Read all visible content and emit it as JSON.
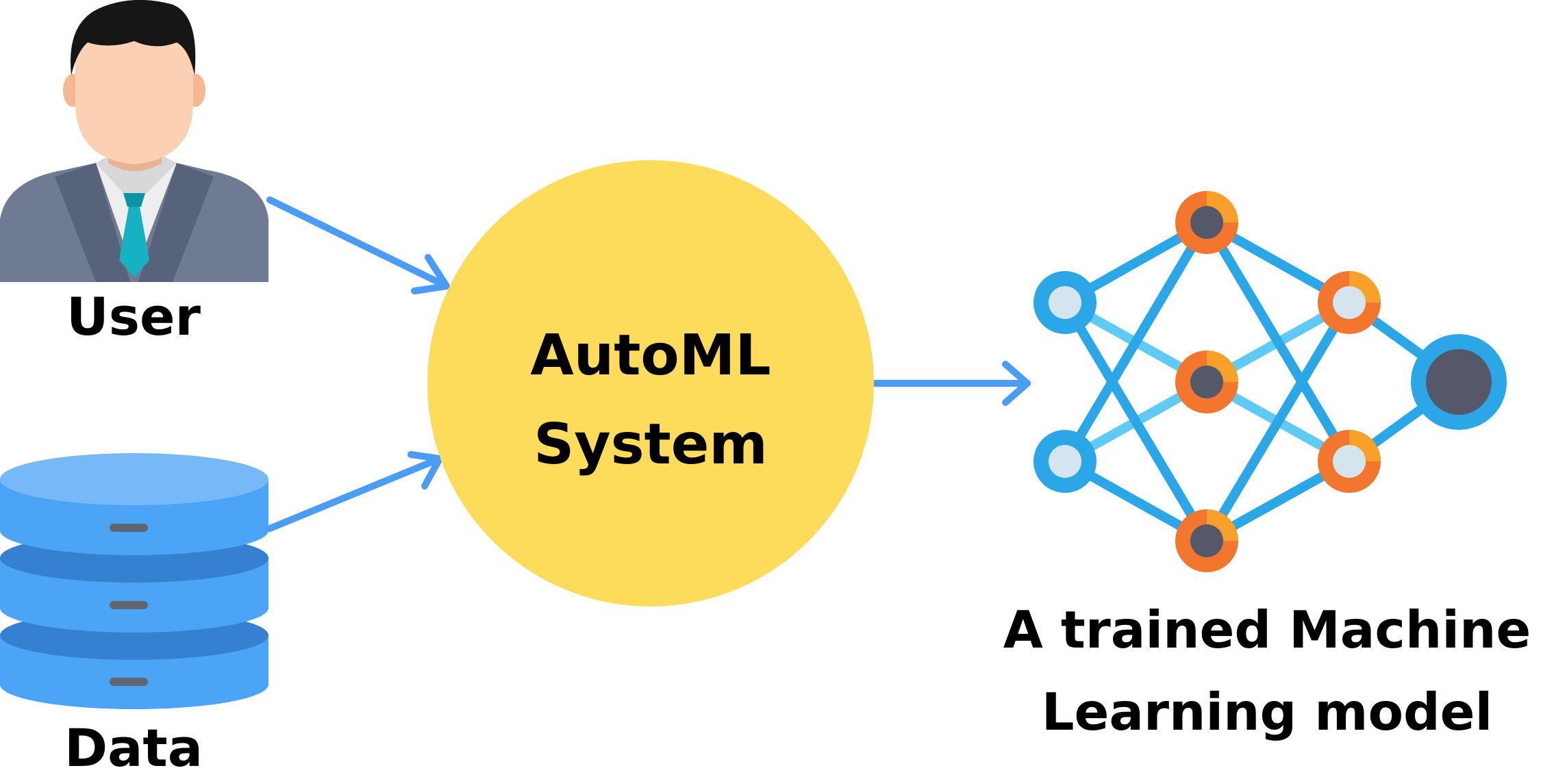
{
  "nodes": {
    "user": {
      "label": "User",
      "icon": "businessman-icon"
    },
    "data": {
      "label": "Data",
      "icon": "database-icon"
    },
    "core": {
      "line1": "AutoML",
      "line2": "System",
      "fill": "#FDDC5C"
    },
    "model": {
      "line1": "A trained Machine",
      "line2": "Learning model",
      "icon": "neural-network-icon"
    }
  },
  "edges": [
    {
      "from": "user",
      "to": "core"
    },
    {
      "from": "data",
      "to": "core"
    },
    {
      "from": "core",
      "to": "model"
    }
  ],
  "colors": {
    "arrow": "#4A9CF5",
    "network_link": "#2BA6E6",
    "network_link_light": "#5FCBF5",
    "node_orange": "#F2762E",
    "node_orange_light": "#F8A02A",
    "node_dark": "#545868",
    "node_light": "#D5E5EF",
    "database_blue": "#4BA4F5",
    "database_dark": "#3580D0"
  }
}
